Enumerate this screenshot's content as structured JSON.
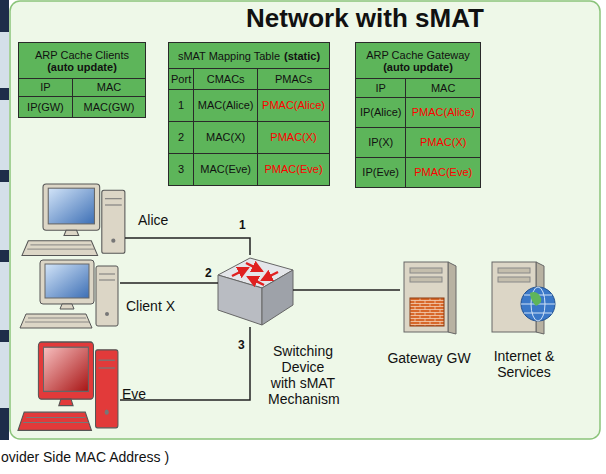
{
  "diagram": {
    "title": "Network with sMAT",
    "nodes": [
      {
        "text": [
          "ARP Cache Clients",
          "(auto update)"
        ]
      },
      {
        "text": [
          "sMAT Mapping Table",
          "(static)"
        ]
      },
      {
        "text": [
          "ARP Cache Gateway",
          "(auto update)"
        ]
      },
      {
        "text": [
          "Alice"
        ]
      },
      {
        "text": [
          "Client X"
        ]
      },
      {
        "text": [
          "Eve"
        ]
      },
      {
        "text": [
          "Switching Device with sMAT Mechanism"
        ]
      },
      {
        "text": [
          "Gateway GW"
        ]
      },
      {
        "text": [
          "Internet & Services"
        ]
      }
    ],
    "edges": [
      {
        "from": 3,
        "to": 6,
        "arrow": "none",
        "label": "1"
      },
      {
        "from": 4,
        "to": 6,
        "arrow": "none",
        "label": "2"
      },
      {
        "from": 5,
        "to": 6,
        "arrow": "none",
        "label": "3"
      },
      {
        "from": 6,
        "to": 7,
        "arrow": "none"
      }
    ],
    "labels": [
      "IP",
      "MAC",
      "IP(GW)",
      "MAC(GW)",
      "Port",
      "CMACs",
      "PMACs",
      "1",
      "MAC(Alice)",
      "PMAC(Alice)",
      "2",
      "MAC(X)",
      "PMAC(X)",
      "3",
      "MAC(Eve)",
      "PMAC(Eve)",
      "IP",
      "MAC",
      "IP(Alice)",
      "PMAC(Alice)",
      "IP(X)",
      "PMAC(X)",
      "IP(Eve)",
      "PMAC(Eve)",
      "ovider Side MAC Address )"
    ]
  }
}
